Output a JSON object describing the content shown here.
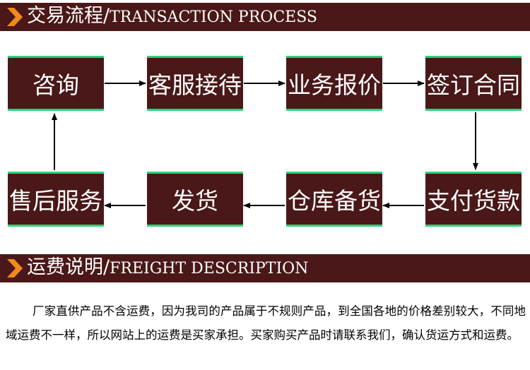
{
  "header_process": {
    "title_cn": "交易流程/",
    "title_en": "TRANSACTION PROCESS"
  },
  "process_steps": {
    "row1": [
      "咨询",
      "客服接待",
      "业务报价",
      "签订合同"
    ],
    "row2": [
      "售后服务",
      "发货",
      "仓库备货",
      "支付货款"
    ]
  },
  "header_freight": {
    "title_cn": "运费说明/",
    "title_en": "FREIGHT DESCRIPTION"
  },
  "freight_text": "厂家直供产品不含运费，因为我司的产品属于不规则产品，到全国各地的价格差别较大，不同地域运费不一样，所以网站上的运费是买家承担。买家购买产品时请联系我们，确认货运方式和运费。",
  "colors": {
    "bar_bg": "#4a1818",
    "accent_orange": "#f08a1e",
    "box_border": "#2fd07a"
  }
}
